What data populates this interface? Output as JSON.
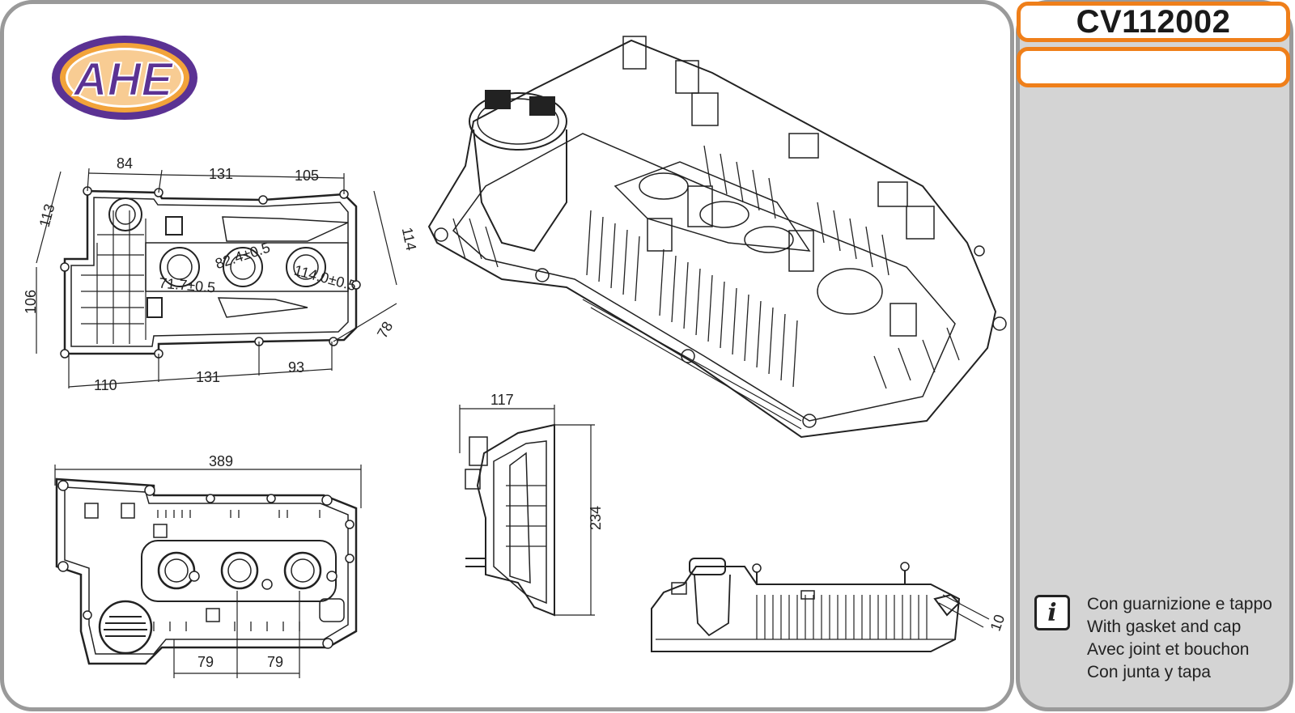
{
  "brand": {
    "logo_text": "AHE",
    "colors": {
      "logo_fill": "#5b3293",
      "logo_ring": "#f2a33a",
      "accent": "#ef7f1a"
    }
  },
  "header": {
    "part_code": "CV112002"
  },
  "dimensions": {
    "top_view": [
      "84",
      "131",
      "105",
      "113",
      "114",
      "106",
      "78",
      "110",
      "131",
      "93"
    ],
    "top_view_tolerances": [
      "82.4±0.5",
      "71.7±0.5",
      "114.0±0.5"
    ],
    "bottom_view": [
      "389",
      "79",
      "79"
    ],
    "side_view": [
      "117",
      "234"
    ],
    "front_view": [
      "10"
    ]
  },
  "info": {
    "icon": "info-icon",
    "lines": [
      "Con guarnizione e tappo",
      "With gasket and cap",
      "Avec joint et bouchon",
      "Con junta y tapa"
    ]
  }
}
